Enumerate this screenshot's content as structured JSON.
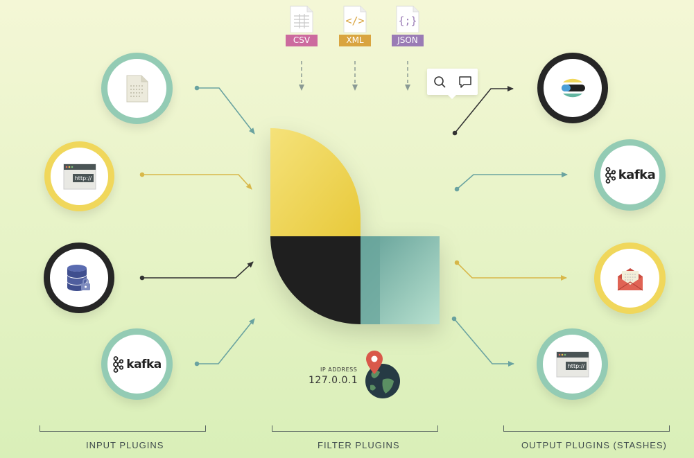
{
  "file_types": [
    {
      "label": "CSV",
      "color": "#cc6a9e",
      "icon": "csv-file-icon"
    },
    {
      "label": "XML",
      "color": "#d9a43f",
      "icon": "xml-file-icon"
    },
    {
      "label": "JSON",
      "color": "#9a7bb5",
      "icon": "json-file-icon"
    }
  ],
  "inputs": [
    {
      "icon": "document-icon"
    },
    {
      "icon": "http-browser-icon",
      "text": "http://"
    },
    {
      "icon": "secure-database-icon"
    },
    {
      "icon": "kafka-logo-icon",
      "text": "kafka"
    }
  ],
  "outputs": [
    {
      "icon": "elasticsearch-logo-icon"
    },
    {
      "icon": "kafka-logo-icon",
      "text": "kafka"
    },
    {
      "icon": "email-envelope-icon"
    },
    {
      "icon": "http-browser-icon",
      "text": "http://"
    }
  ],
  "tooltip": {
    "icons": [
      "search-icon",
      "chat-bubble-icon"
    ]
  },
  "filter": {
    "ip_label": "IP ADDRESS",
    "ip_value": "127.0.0.1",
    "icon": "globe-location-icon"
  },
  "sections": {
    "input": "INPUT PLUGINS",
    "filter": "FILTER PLUGINS",
    "output": "OUTPUT PLUGINS (STASHES)"
  },
  "colors": {
    "teal": "#93cbb4",
    "yellow": "#f0d75b",
    "dark": "#262626",
    "arrow_teal": "#6aa3a0",
    "arrow_yellow": "#d8b84a",
    "arrow_dark": "#333333"
  }
}
